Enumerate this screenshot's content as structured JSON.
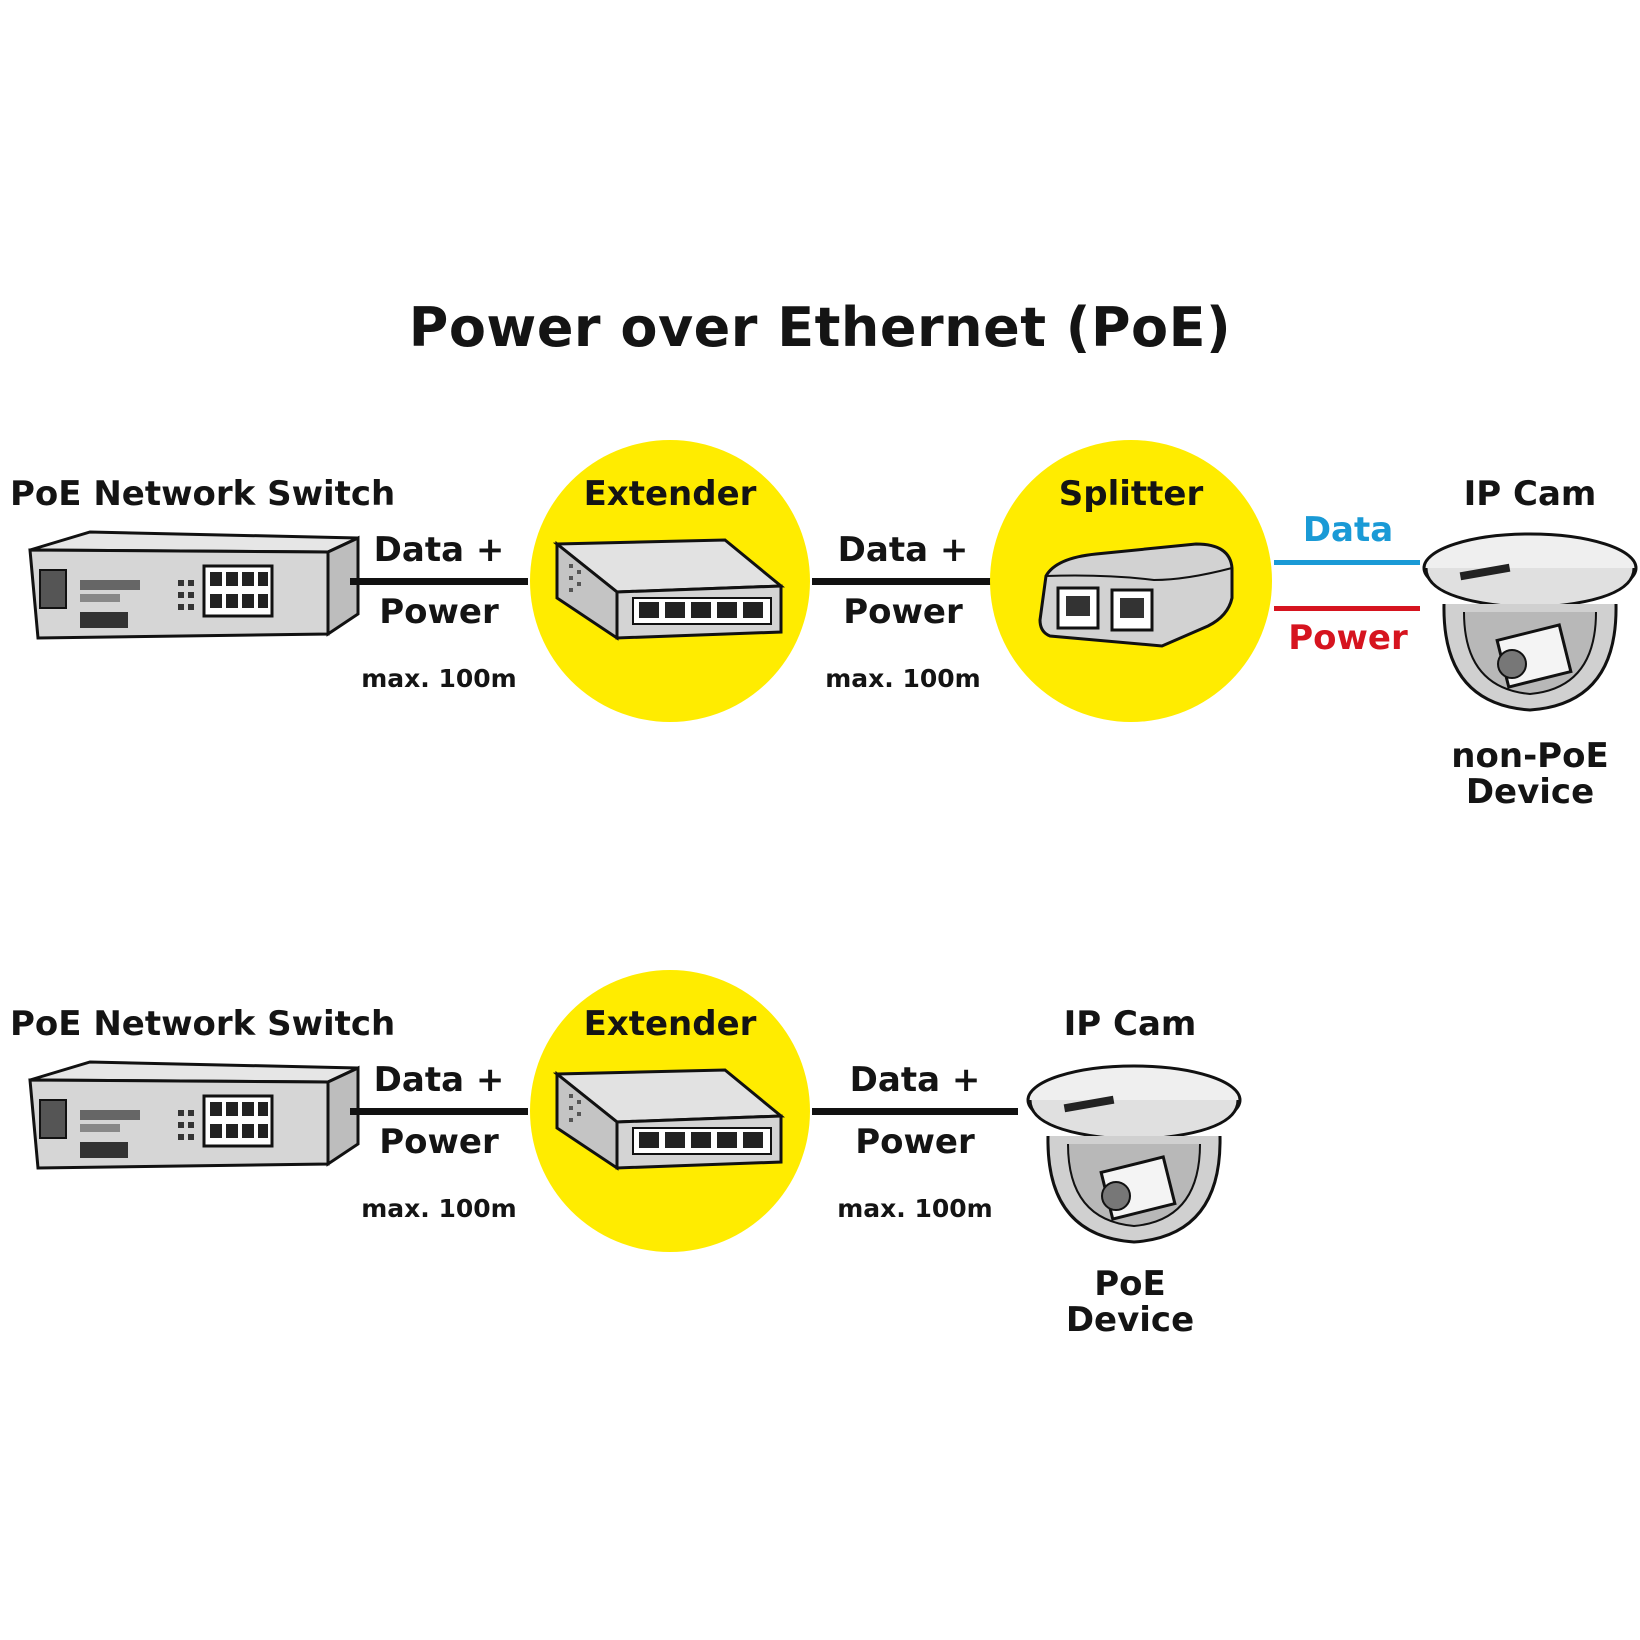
{
  "title": "Power over Ethernet (PoE)",
  "colors": {
    "accent_circle": "#ffec00",
    "cable": "#111111",
    "data_line": "#1a9ad6",
    "power_line": "#d6141f",
    "text": "#141414"
  },
  "row1": {
    "switch_label": "PoE Network Switch",
    "link1": {
      "line1": "Data +",
      "line2": "Power",
      "distance": "max. 100m"
    },
    "extender_label": "Extender",
    "link2": {
      "line1": "Data +",
      "line2": "Power",
      "distance": "max. 100m"
    },
    "splitter_label": "Splitter",
    "data_label": "Data",
    "power_label": "Power",
    "camera_label": "IP Cam",
    "device_line1": "non-PoE",
    "device_line2": "Device"
  },
  "row2": {
    "switch_label": "PoE Network Switch",
    "link1": {
      "line1": "Data +",
      "line2": "Power",
      "distance": "max. 100m"
    },
    "extender_label": "Extender",
    "link2": {
      "line1": "Data +",
      "line2": "Power",
      "distance": "max. 100m"
    },
    "camera_label": "IP Cam",
    "device_line1": "PoE",
    "device_line2": "Device"
  },
  "icons": [
    "network-switch-icon",
    "extender-icon",
    "splitter-icon",
    "dome-camera-icon"
  ]
}
